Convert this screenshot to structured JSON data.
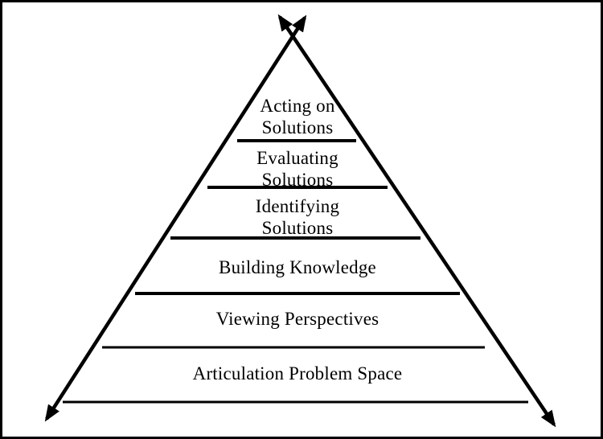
{
  "diagram": {
    "kind": "pyramid-hierarchy",
    "colors": {
      "line": "#000000",
      "text": "#000000",
      "background": "#ffffff"
    },
    "levels": [
      {
        "label": "Acting on Solutions",
        "lines": [
          "Acting on",
          "Solutions"
        ]
      },
      {
        "label": "Evaluating Solutions",
        "lines": [
          "Evaluating",
          "Solutions"
        ]
      },
      {
        "label": "Identifying Solutions",
        "lines": [
          "Identifying",
          "Solutions"
        ]
      },
      {
        "label": "Building Knowledge",
        "lines": [
          "Building Knowledge"
        ]
      },
      {
        "label": "Viewing Perspectives",
        "lines": [
          "Viewing Perspectives"
        ]
      },
      {
        "label": "Articulation Problem Space",
        "lines": [
          "Articulation Problem Space"
        ]
      }
    ]
  }
}
